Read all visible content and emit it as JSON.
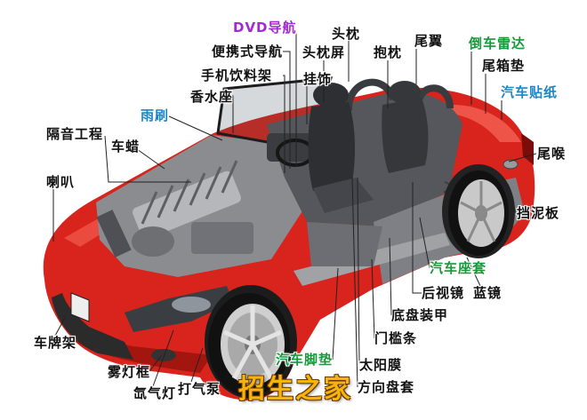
{
  "labels": {
    "dvd_navigation": "DVD导航",
    "headrest": "头枕",
    "spoiler": "尾翼",
    "parking_sensor": "倒车雷达",
    "portable_navigation": "便携式导航",
    "headrest_screen": "头枕屏",
    "pillow": "抱枕",
    "trunk_mat": "尾箱垫",
    "phone_cup_holder": "手机饮料架",
    "ornament": "挂饰",
    "car_sticker": "汽车贴纸",
    "perfume_holder": "香水座",
    "wiper": "雨刷",
    "soundproofing": "隔音工程",
    "car_wax": "车蜡",
    "exhaust_tip": "尾喉",
    "horn": "喇叭",
    "mudguard": "挡泥板",
    "seat_cover": "汽车座套",
    "rearview_mirror": "后视镜",
    "blue_mirror": "蓝镜",
    "chassis_armor": "底盘装甲",
    "door_sill": "门槛条",
    "plate_frame": "车牌架",
    "floor_mat": "汽车脚垫",
    "window_film": "太阳膜",
    "fog_lamp_frame": "雾灯框",
    "steering_cover": "方向盘套",
    "xenon_lamp": "氙气灯",
    "air_pump": "打气泵"
  },
  "watermark": "招生之家",
  "colors": {
    "car_red": "#d8241c",
    "label_default": "#111111",
    "label_purple": "#a22bd0",
    "label_green": "#16993a",
    "label_blue": "#1b86c9",
    "watermark": "#f6b40b"
  }
}
